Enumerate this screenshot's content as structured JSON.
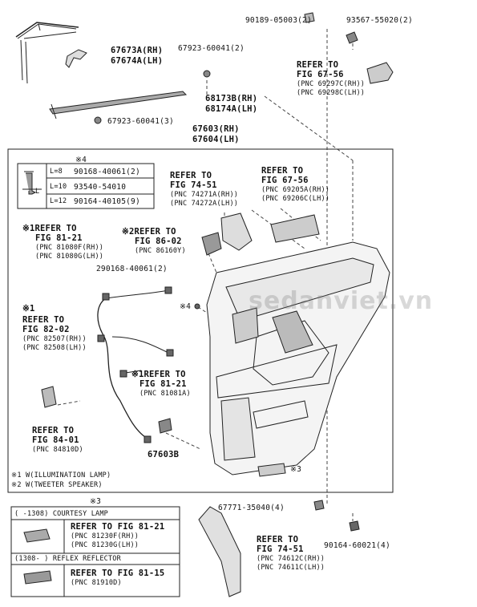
{
  "parts": {
    "p1": "90189-05003(2)",
    "p2": "93567-55020(2)",
    "p3": "67673A(RH)",
    "p4": "67674A(LH)",
    "p5": "67923-60041(2)",
    "p6": "68173B(RH)",
    "p7": "68174A(LH)",
    "p8": "67923-60041(3)",
    "p9": "67603(RH)",
    "p10": "67604(LH)",
    "p11": "67603B",
    "p12": "67771-35040(4)",
    "p13": "90164-60021(4)",
    "p14": "290168-40061(2)"
  },
  "refs": {
    "r1": {
      "l1": "REFER TO",
      "l2": "FIG 67-56",
      "l3": "(PNC 69297C(RH))",
      "l4": "(PNC 69298C(LH))"
    },
    "r2": {
      "l1": "REFER TO",
      "l2": "FIG 67-56",
      "l3": "(PNC 69205A(RH))",
      "l4": "(PNC 69206C(LH))"
    },
    "r3": {
      "l1": "REFER TO",
      "l2": "FIG 74-51",
      "l3": "(PNC 74271A(RH))",
      "l4": "(PNC 74272A(LH))"
    },
    "r4": {
      "l1": "※1REFER TO",
      "l2": "FIG 81-21",
      "l3": "(PNC 81080F(RH))",
      "l4": "(PNC 81080G(LH))"
    },
    "r5": {
      "l1": "※2REFER TO",
      "l2": "FIG 86-02",
      "l3": "(PNC 86160Y)"
    },
    "r6": {
      "l0": "※1",
      "l1": "REFER TO",
      "l2": "FIG 82-02",
      "l3": "(PNC 82507(RH))",
      "l4": "(PNC 82508(LH))"
    },
    "r7": {
      "l1": "※1REFER TO",
      "l2": "FIG 81-21",
      "l3": "(PNC 81081A)"
    },
    "r8": {
      "l1": "REFER TO",
      "l2": "FIG 84-01",
      "l3": "(PNC 84810D)"
    },
    "r9": {
      "l1": "REFER TO",
      "l2": "FIG 74-51",
      "l3": "(PNC 74612C(RH))",
      "l4": "(PNC 74611C(LH))"
    }
  },
  "screw_table": {
    "mark": "※4",
    "rows": [
      {
        "len": "L=8",
        "pn": "90168-40061(2)"
      },
      {
        "len": "L=10",
        "pn": "93540-54010"
      },
      {
        "len": "L=12",
        "pn": "90164-40105(9)"
      }
    ],
    "dim": "L"
  },
  "marks": {
    "m4": "※4",
    "m3": "※3"
  },
  "notes": {
    "n1": "※1 W(ILLUMINATION LAMP)",
    "n2": "※2 W(TWEETER SPEAKER)"
  },
  "bottom_table": {
    "mark": "※3",
    "h1": "(      -1308) COURTESY LAMP",
    "h1_ref1": "REFER TO FIG 81-21",
    "h1_ref2": "(PNC 81230F(RH))",
    "h1_ref3": "(PNC 81230G(LH))",
    "h2": "(1308-      ) REFLEX REFLECTOR",
    "h2_ref1": "REFER TO FIG 81-15",
    "h2_ref2": "(PNC 81910D)"
  },
  "watermark": "sedanviet.vn"
}
